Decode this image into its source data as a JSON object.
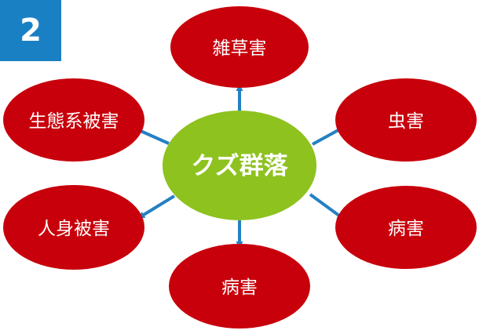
{
  "badge": {
    "number": "2",
    "color": "#1a80c4"
  },
  "center": {
    "label": "クズ群落",
    "color": "#8dc21f"
  },
  "node_color": "#c8000b",
  "arrow_color": "#2580c3",
  "nodes": [
    {
      "label": "雑草害"
    },
    {
      "label": "虫害"
    },
    {
      "label": "病害"
    },
    {
      "label": "病害"
    },
    {
      "label": "人身被害"
    },
    {
      "label": "生態系被害"
    }
  ]
}
